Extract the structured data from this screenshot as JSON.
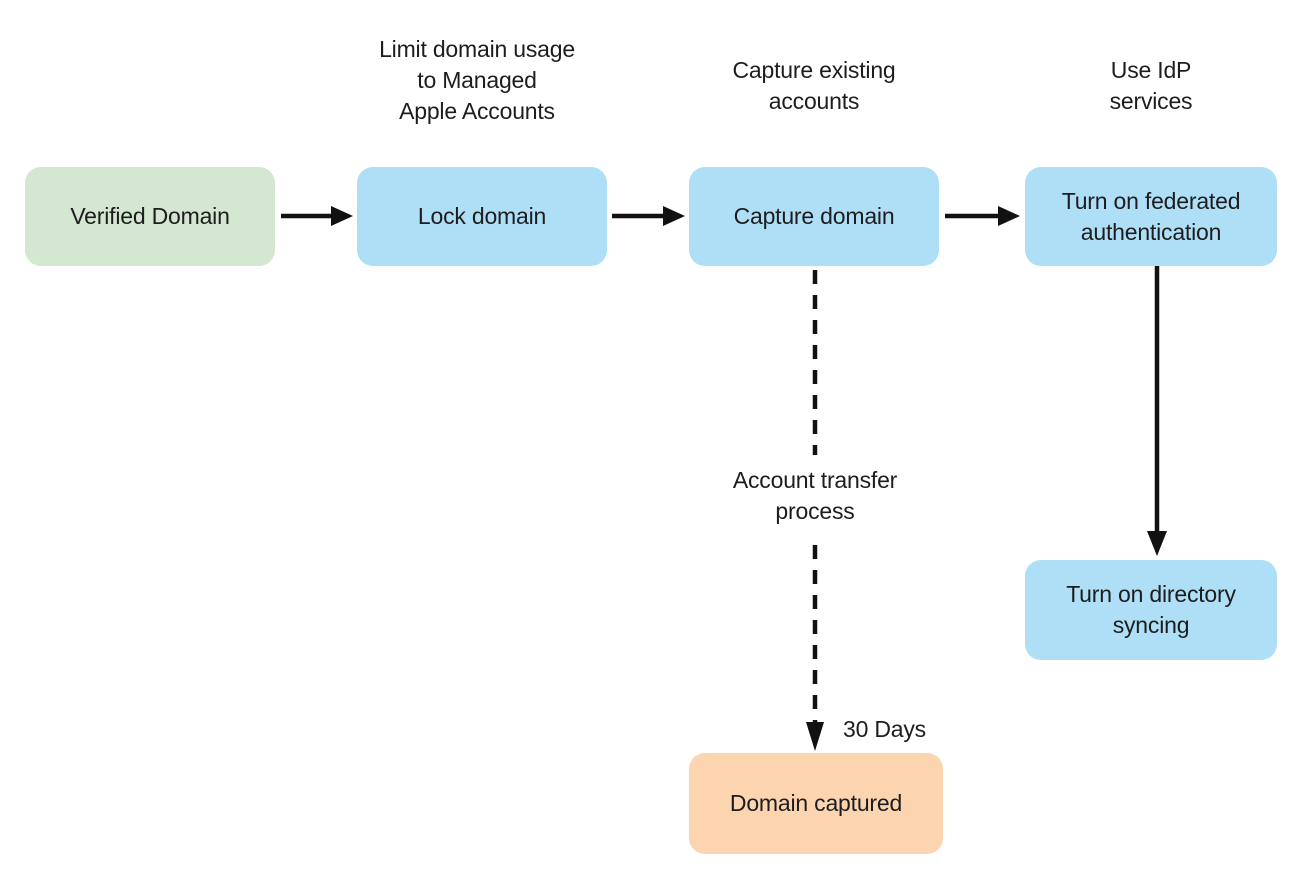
{
  "colors": {
    "background": "#ffffff",
    "text": "#1d1d1f",
    "arrow": "#111111",
    "node_green": "#d4e7d0",
    "node_blue": "#afdff6",
    "node_orange": "#fcd5b0"
  },
  "nodes": {
    "verified_domain": {
      "label": "Verified Domain"
    },
    "lock_domain": {
      "label": "Lock domain"
    },
    "capture_domain": {
      "label": "Capture domain"
    },
    "federated_auth": {
      "label": "Turn on federated authentication"
    },
    "directory_syncing": {
      "label": "Turn on directory syncing"
    },
    "domain_captured": {
      "label": "Domain captured"
    }
  },
  "annotations": {
    "limit_usage": {
      "lines": [
        "Limit domain usage",
        "to Managed",
        "Apple Accounts"
      ]
    },
    "capture_existing": {
      "lines": [
        "Capture existing",
        "accounts"
      ]
    },
    "idp_services": {
      "lines": [
        "Use IdP",
        "services"
      ]
    },
    "transfer_process": {
      "lines": [
        "Account transfer",
        "process"
      ]
    },
    "thirty_days": {
      "text": "30 Days"
    }
  }
}
